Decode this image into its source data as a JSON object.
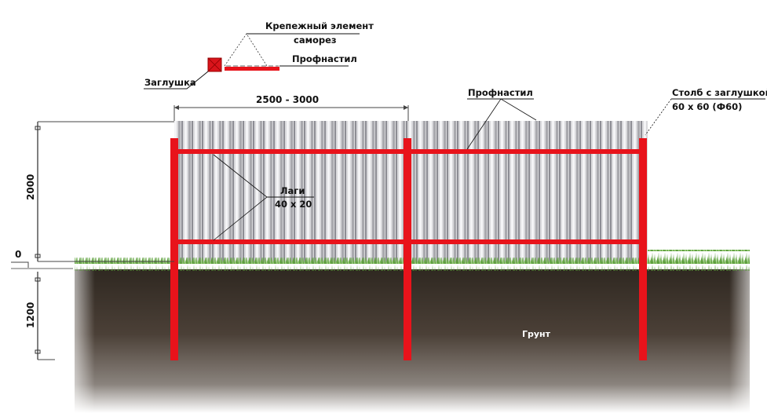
{
  "labels": {
    "fastener_line1": "Крепежный элемент",
    "fastener_line2": "саморез",
    "sheet_detail": "Профнастил",
    "cap": "Заглушка",
    "span": "2500 - 3000",
    "sheet_main": "Профнастил",
    "post_line1": "Столб с заглушкой",
    "post_line2": "60 х 60 (Ф60)",
    "rails_line1": "Лаги",
    "rails_line2": "40 х 20",
    "height": "2000",
    "zero": "0",
    "depth": "1200",
    "soil": "Грунт"
  },
  "colors": {
    "post": "#e8131b",
    "soil": "#3b3128",
    "grass": "#5a9a3a"
  }
}
